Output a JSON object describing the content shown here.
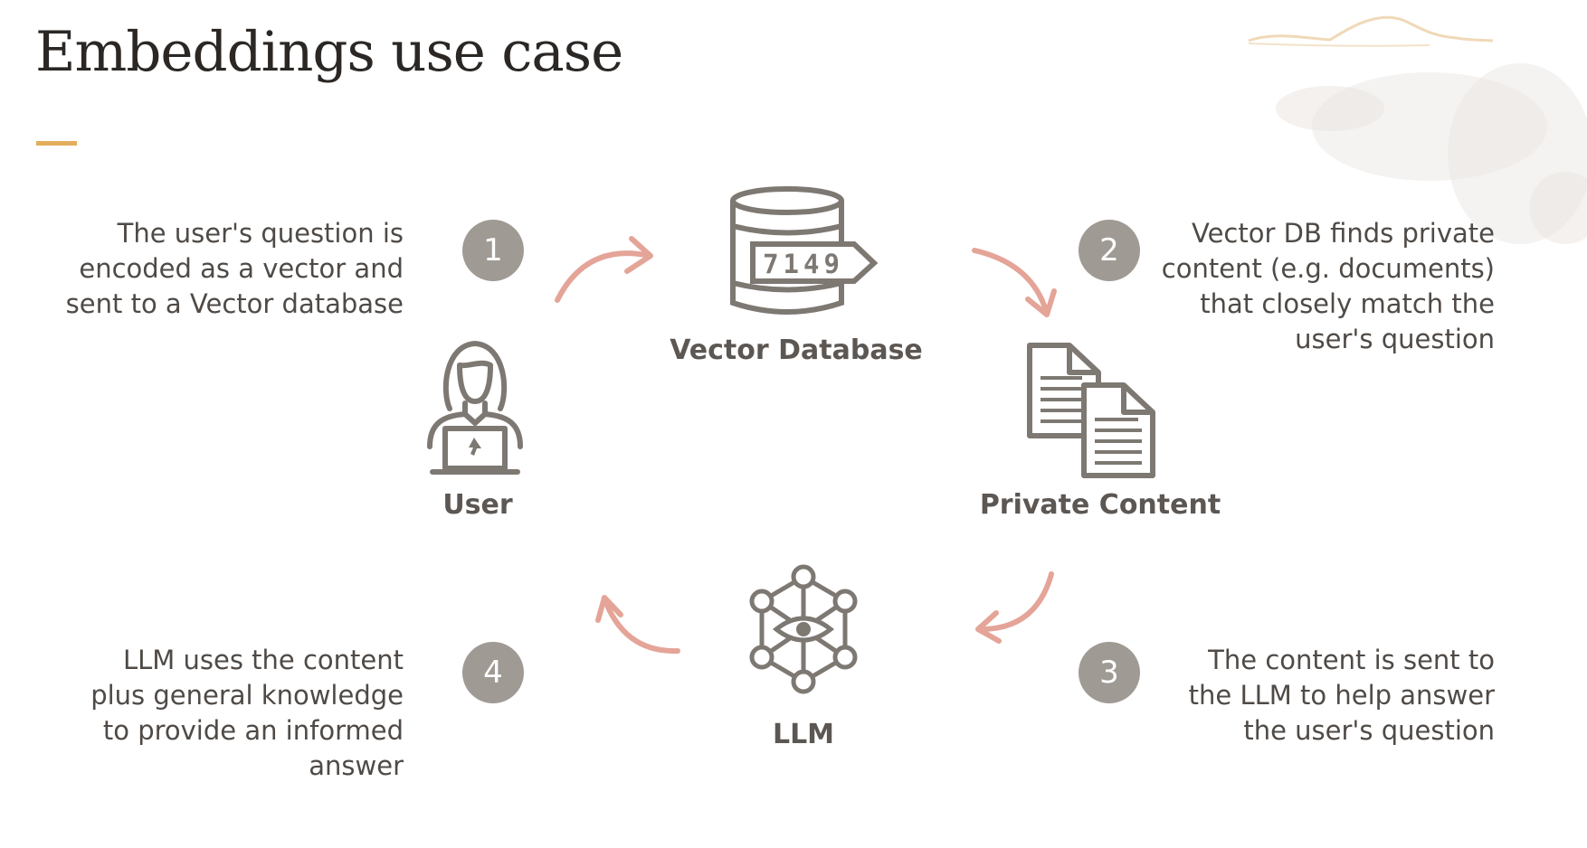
{
  "title": "Embeddings use case",
  "accent_color": "#e3ae5c",
  "arrow_color": "#e4a497",
  "icon_color": "#7e7873",
  "badge_color": "#a09a95",
  "vector_db_code": "7149",
  "nodes": {
    "vector_database": "Vector Database",
    "user": "User",
    "private_content": "Private Content",
    "llm": "LLM"
  },
  "steps": [
    {
      "number": "1",
      "lines": [
        "The user's question is",
        "encoded as a vector and",
        "sent to a Vector database"
      ]
    },
    {
      "number": "2",
      "lines": [
        "Vector DB finds private",
        "content (e.g. documents)",
        "that closely match the",
        "user's question"
      ]
    },
    {
      "number": "3",
      "lines": [
        "The content is sent to",
        "the LLM to help answer",
        "the user's question"
      ]
    },
    {
      "number": "4",
      "lines": [
        "LLM uses the content",
        "plus general knowledge",
        "to provide an informed",
        "answer"
      ]
    }
  ]
}
